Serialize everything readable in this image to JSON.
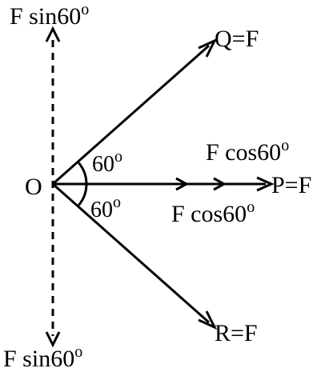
{
  "colors": {
    "ink": "#000000",
    "background": "#ffffff"
  },
  "labels": {
    "origin": "O",
    "q_vector": "Q=F",
    "p_vector": "P=F",
    "r_vector": "R=F",
    "top_component": "F sin60",
    "bottom_component": "F sin60",
    "upper_cos_component": "F cos60",
    "lower_cos_component": "F cos60",
    "upper_angle": "60",
    "lower_angle": "60",
    "degree_mark": "o"
  }
}
